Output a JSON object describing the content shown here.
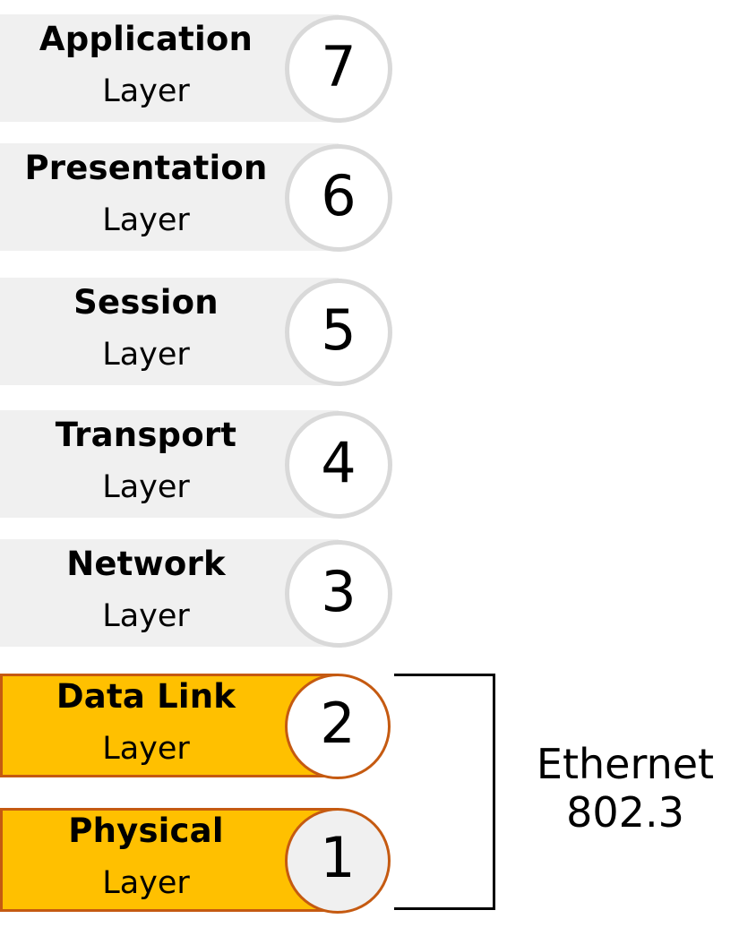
{
  "layers": [
    {
      "number": "7",
      "name": "Application",
      "sub": "Layer"
    },
    {
      "number": "6",
      "name": "Presentation",
      "sub": "Layer"
    },
    {
      "number": "5",
      "name": "Session",
      "sub": "Layer"
    },
    {
      "number": "4",
      "name": "Transport",
      "sub": "Layer"
    },
    {
      "number": "3",
      "name": "Network",
      "sub": "Layer"
    },
    {
      "number": "2",
      "name": "Data Link",
      "sub": "Layer"
    },
    {
      "number": "1",
      "name": "Physical",
      "sub": "Layer"
    }
  ],
  "bracket_label": {
    "line1": "Ethernet",
    "line2": "802.3"
  },
  "colors": {
    "layer_fill": "#f0f0f0",
    "highlight_fill": "#ffc000",
    "highlight_border": "#c55a11",
    "circle_border": "#d9d9d9"
  }
}
